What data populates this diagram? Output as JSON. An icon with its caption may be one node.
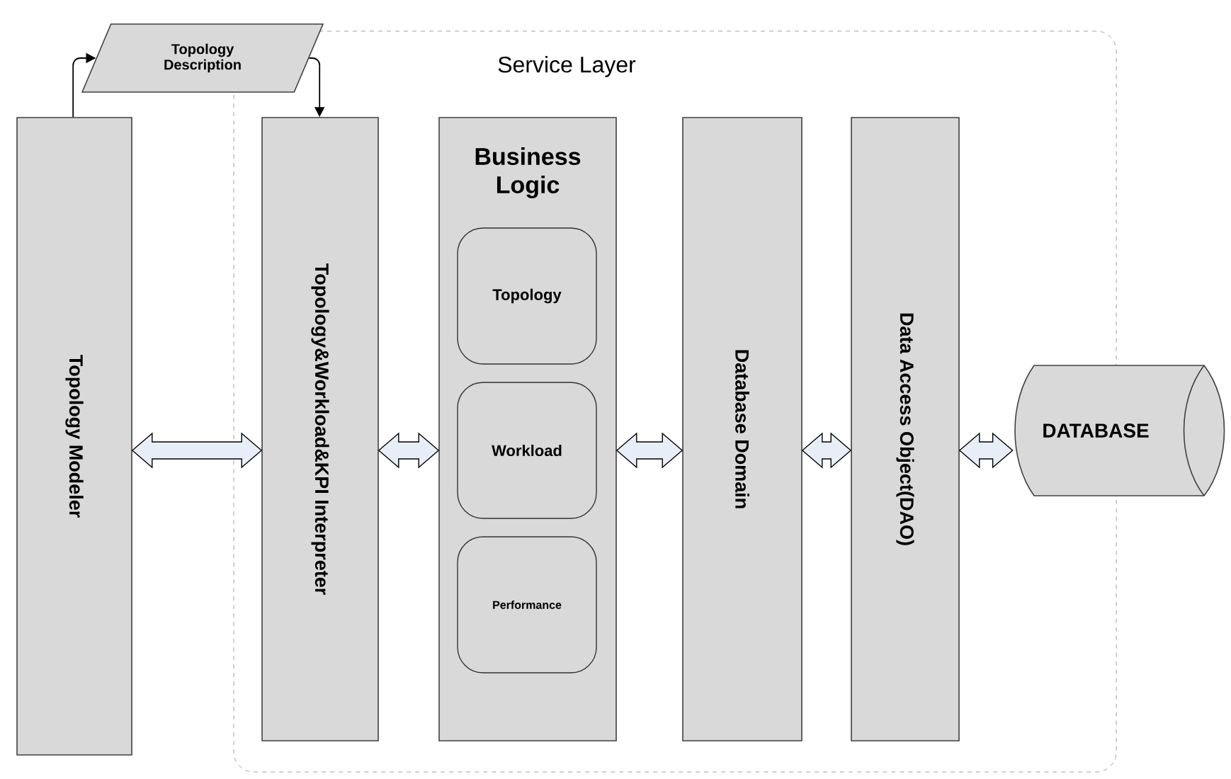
{
  "diagram": {
    "nodes": [
      {
        "text": [
          "Service Layer"
        ]
      },
      {
        "text": [
          "Topology Description"
        ]
      },
      {
        "text": [
          "Topology Modeler"
        ]
      },
      {
        "text": [
          "Topology&Workload&KPI  Interpreter"
        ],
        "in": 0
      },
      {
        "text": [
          "Business Logic"
        ],
        "in": 0
      },
      {
        "text": [
          "Topology"
        ],
        "in": 4
      },
      {
        "text": [
          "Workload"
        ],
        "in": 4
      },
      {
        "text": [
          "Performance"
        ],
        "in": 4
      },
      {
        "text": [
          "Database Domain"
        ],
        "in": 0
      },
      {
        "text": [
          "Data Access Object(DAO)"
        ],
        "in": 0
      },
      {
        "text": [
          "DATABASE"
        ]
      }
    ],
    "edges": [
      {
        "from": 2,
        "to": 1,
        "arrow": "to"
      },
      {
        "from": 1,
        "to": 3,
        "arrow": "to"
      },
      {
        "from": 2,
        "to": 3,
        "arrow": "both",
        "style": "thick"
      },
      {
        "from": 3,
        "to": 4,
        "arrow": "both",
        "style": "thick"
      },
      {
        "from": 4,
        "to": 8,
        "arrow": "both",
        "style": "thick"
      },
      {
        "from": 8,
        "to": 9,
        "arrow": "both",
        "style": "thick"
      },
      {
        "from": 9,
        "to": 10,
        "arrow": "both",
        "style": "thick"
      }
    ]
  }
}
